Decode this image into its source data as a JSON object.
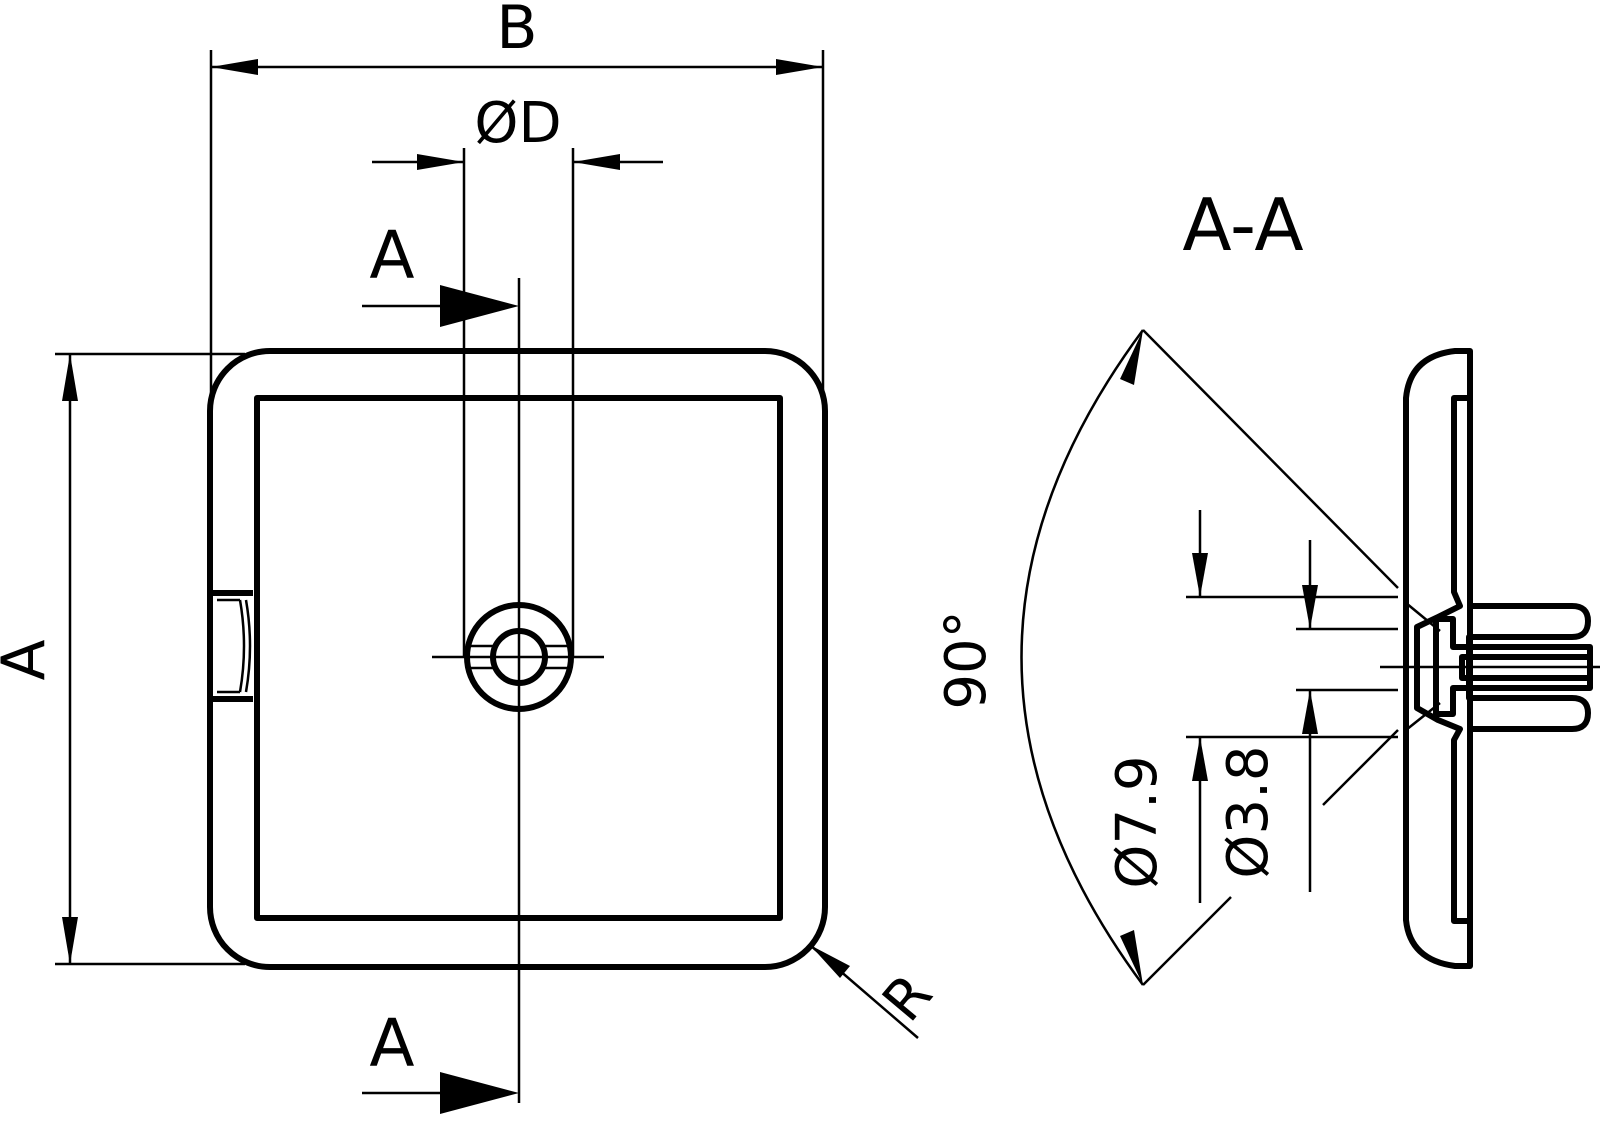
{
  "front_view": {
    "width_label": "B",
    "height_label": "A",
    "diameter_label": "ØD",
    "radius_label": "R",
    "section_marker_top": "A",
    "section_marker_bottom": "A"
  },
  "section_view": {
    "title": "A-A",
    "angle_label": "90°",
    "outer_diameter_label": "Ø7.9",
    "inner_diameter_label": "Ø3.8"
  }
}
